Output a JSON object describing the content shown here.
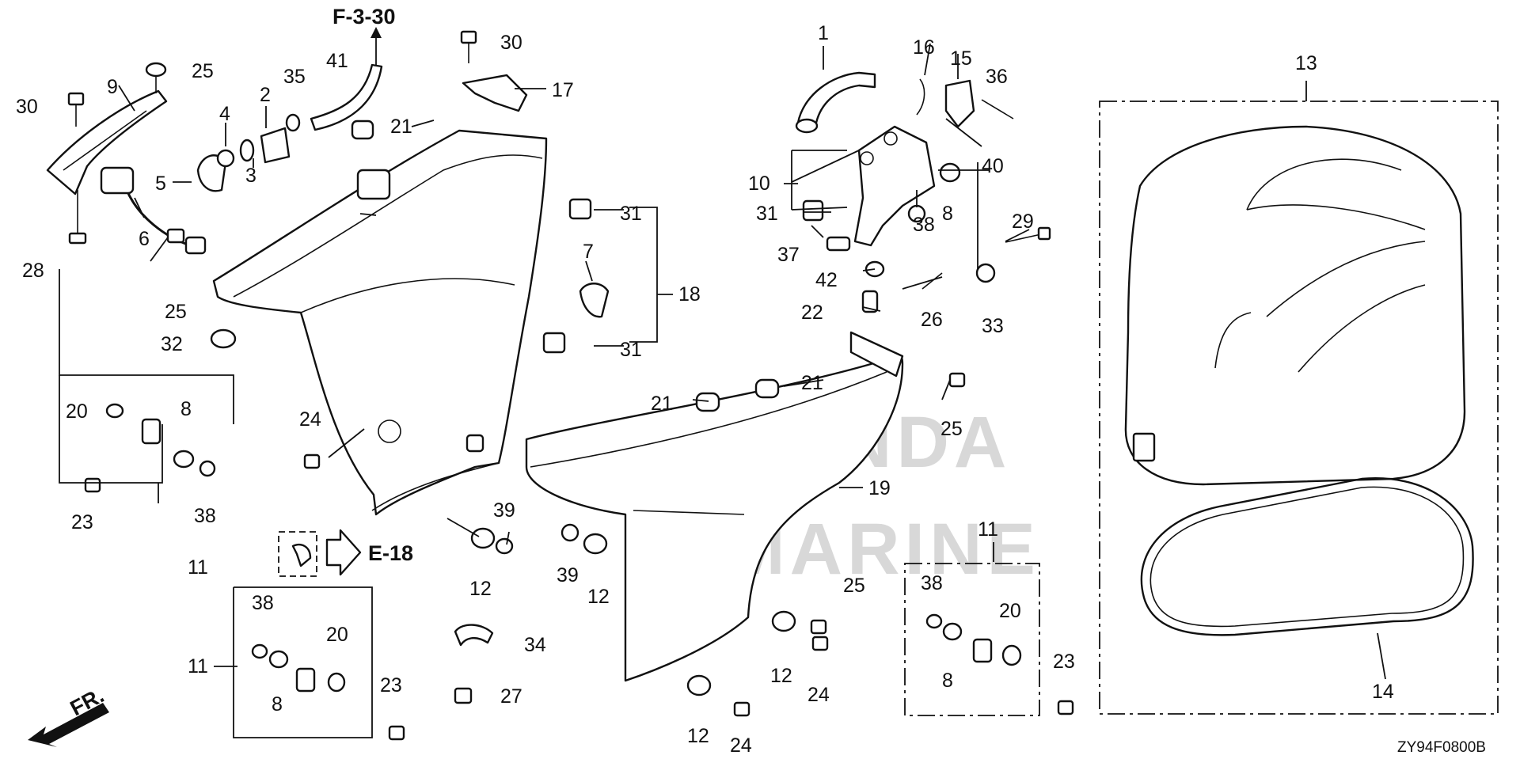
{
  "diagram": {
    "code": "ZY94F0800B",
    "watermark_line1": "HONDA",
    "watermark_line2": "MARINE",
    "references": [
      "F-3-30",
      "E-18"
    ],
    "front_marker": "FR.",
    "callouts": {
      "c1": "1",
      "c2": "2",
      "c3": "3",
      "c4": "4",
      "c5": "5",
      "c6": "6",
      "c7": "7",
      "c8a": "8",
      "c8b": "8",
      "c8c": "8",
      "c8d": "8",
      "c9": "9",
      "c10": "10",
      "c11a": "11",
      "c11b": "11",
      "c11c": "11",
      "c12a": "12",
      "c12b": "12",
      "c12c": "12",
      "c12d": "12",
      "c13": "13",
      "c14": "14",
      "c15": "15",
      "c16": "16",
      "c17": "17",
      "c18": "18",
      "c19": "19",
      "c20a": "20",
      "c20b": "20",
      "c20c": "20",
      "c21a": "21",
      "c21b": "21",
      "c21c": "21",
      "c22": "22",
      "c23a": "23",
      "c23b": "23",
      "c23c": "23",
      "c24a": "24",
      "c24b": "24",
      "c24c": "24",
      "c25a": "25",
      "c25b": "25",
      "c25c": "25",
      "c25d": "25",
      "c26": "26",
      "c27": "27",
      "c28": "28",
      "c29": "29",
      "c30a": "30",
      "c30b": "30",
      "c31a": "31",
      "c31b": "31",
      "c31c": "31",
      "c32": "32",
      "c33": "33",
      "c34": "34",
      "c35": "35",
      "c36": "36",
      "c37": "37",
      "c38a": "38",
      "c38b": "38",
      "c38c": "38",
      "c38d": "38",
      "c39a": "39",
      "c39b": "39",
      "c40": "40",
      "c41": "41",
      "c42": "42"
    }
  }
}
